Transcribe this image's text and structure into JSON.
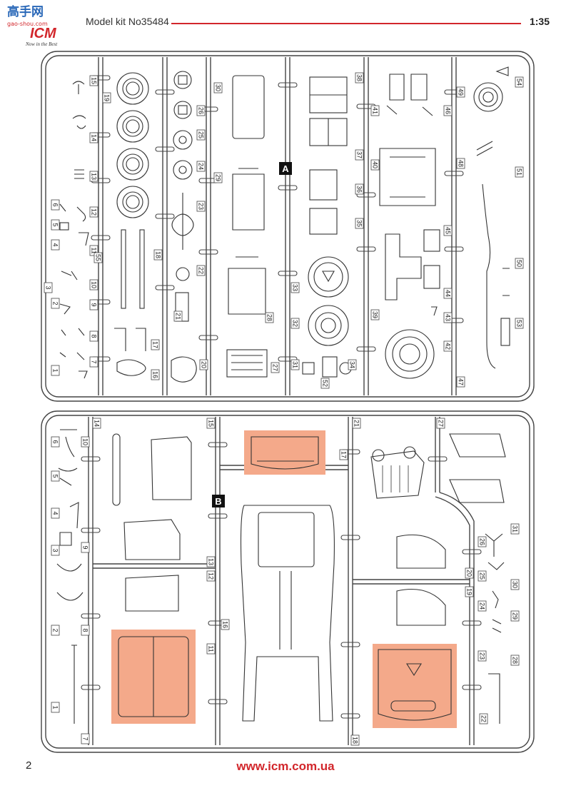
{
  "header": {
    "logo_cn": "高手网",
    "logo_brand": "ICM",
    "logo_url": "gao-shou.com",
    "logo_tagline": "Now in the Best",
    "title": "Model kit No35484",
    "scale": "1:35"
  },
  "sprue_a": {
    "label": "A",
    "part_numbers": [
      "1",
      "2",
      "3",
      "4",
      "5",
      "6",
      "7",
      "8",
      "9",
      "10",
      "11",
      "12",
      "13",
      "14",
      "15",
      "16",
      "17",
      "18",
      "19",
      "20",
      "21",
      "22",
      "23",
      "24",
      "25",
      "26",
      "27",
      "28",
      "29",
      "30",
      "31",
      "32",
      "33",
      "34",
      "35",
      "36",
      "37",
      "38",
      "39",
      "40",
      "41",
      "42",
      "43",
      "44",
      "45",
      "46",
      "47",
      "48",
      "49",
      "50",
      "51",
      "52",
      "53",
      "54",
      "55"
    ]
  },
  "sprue_b": {
    "label": "B",
    "part_numbers": [
      "1",
      "2",
      "3",
      "4",
      "5",
      "6",
      "7",
      "8",
      "9",
      "10",
      "11",
      "12",
      "13",
      "14",
      "15",
      "16",
      "17",
      "18",
      "19",
      "20",
      "21",
      "22",
      "23",
      "24",
      "25",
      "26",
      "27",
      "28",
      "29",
      "30",
      "31"
    ],
    "highlight_color": "#f4a98a"
  },
  "footer": {
    "page_number": "2",
    "url": "www.icm.com.ua"
  },
  "colors": {
    "accent": "#d2262b",
    "sprue": "#444444"
  }
}
